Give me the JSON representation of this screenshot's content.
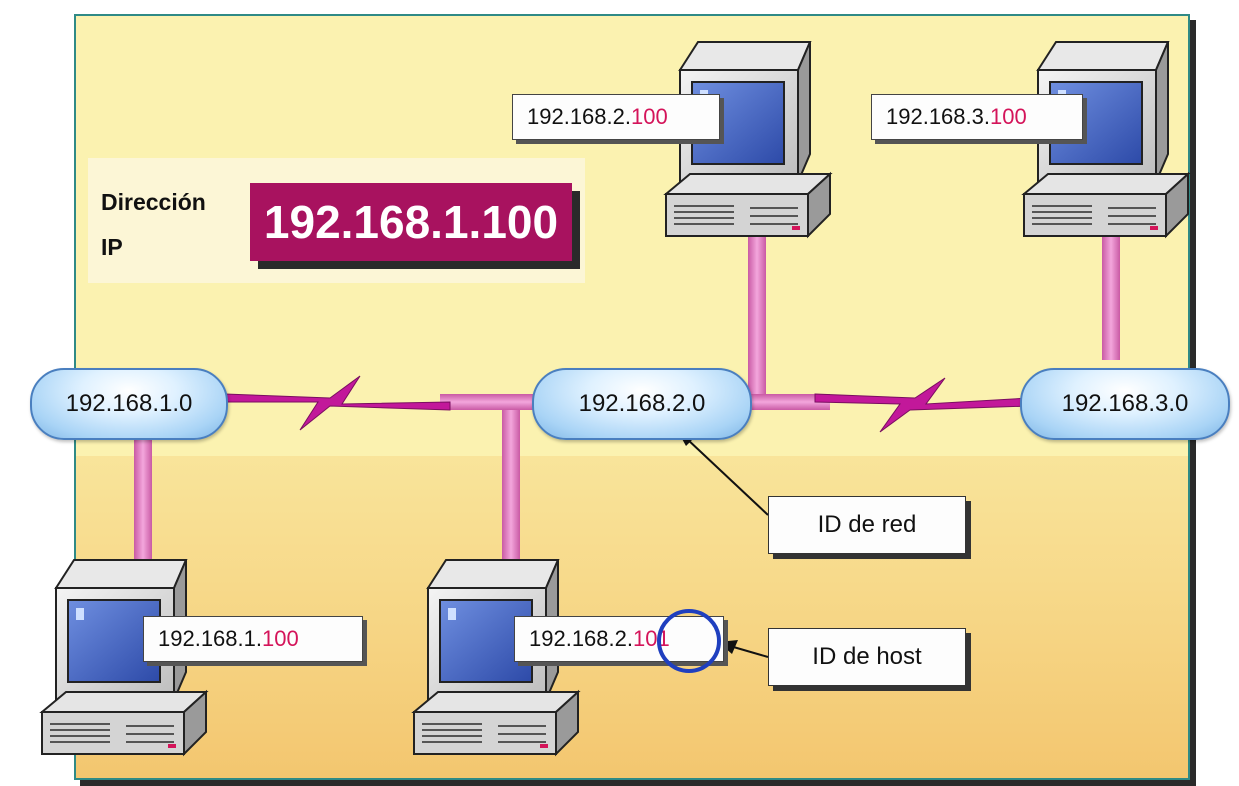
{
  "ip_box": {
    "label": "Dirección\nIP",
    "value": "192.168.1.100"
  },
  "networks": [
    {
      "id": "192.168.1.0"
    },
    {
      "id": "192.168.2.0"
    },
    {
      "id": "192.168.3.0"
    }
  ],
  "hosts": [
    {
      "prefix": "192.168.2.",
      "host": "100"
    },
    {
      "prefix": "192.168.3.",
      "host": "100"
    },
    {
      "prefix": "192.168.1.",
      "host": "100"
    },
    {
      "prefix": "192.168.2.",
      "host": "101"
    }
  ],
  "callouts": {
    "network_id": "ID de red",
    "host_id": "ID de host"
  },
  "colors": {
    "host_highlight": "#d4145a",
    "ip_box_bg": "#a8125f",
    "link": "#e07bc0",
    "circle": "#1f3fbf"
  }
}
